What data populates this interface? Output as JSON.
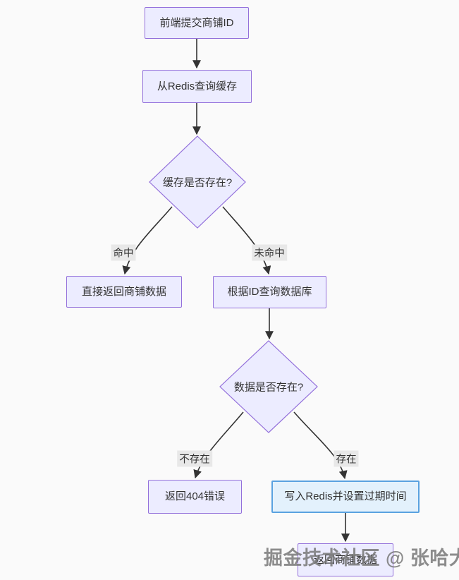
{
  "diagram": {
    "type": "flowchart",
    "direction": "top-down",
    "nodes": [
      {
        "id": "start",
        "label": "前端提交商铺ID",
        "shape": "rect"
      },
      {
        "id": "query-redis",
        "label": "从Redis查询缓存",
        "shape": "rect"
      },
      {
        "id": "cache-exists",
        "label": "缓存是否存在?",
        "shape": "diamond"
      },
      {
        "id": "return-direct",
        "label": "直接返回商铺数据",
        "shape": "rect"
      },
      {
        "id": "query-db",
        "label": "根据ID查询数据库",
        "shape": "rect"
      },
      {
        "id": "data-exists",
        "label": "数据是否存在?",
        "shape": "diamond"
      },
      {
        "id": "return-404",
        "label": "返回404错误",
        "shape": "rect"
      },
      {
        "id": "write-redis",
        "label": "写入Redis并设置过期时间",
        "shape": "rect",
        "highlight": true
      },
      {
        "id": "return-shop-data",
        "label": "返回商铺数据",
        "shape": "rect"
      }
    ],
    "edges": [
      {
        "from": "start",
        "to": "query-redis",
        "label": ""
      },
      {
        "from": "query-redis",
        "to": "cache-exists",
        "label": ""
      },
      {
        "from": "cache-exists",
        "to": "return-direct",
        "label": "命中"
      },
      {
        "from": "cache-exists",
        "to": "query-db",
        "label": "未命中"
      },
      {
        "from": "query-db",
        "to": "data-exists",
        "label": ""
      },
      {
        "from": "data-exists",
        "to": "return-404",
        "label": "不存在"
      },
      {
        "from": "data-exists",
        "to": "write-redis",
        "label": "存在"
      },
      {
        "from": "write-redis",
        "to": "return-shop-data",
        "label": ""
      }
    ],
    "colors": {
      "node_fill": "#ececff",
      "node_border": "#9370db",
      "highlight_fill": "#e3f1fc",
      "highlight_border": "#5aa2e0",
      "edge_line": "#333333",
      "edge_label_bg": "#e8e8e8",
      "text": "#333333",
      "background": "#fafafa"
    }
  },
  "watermark": {
    "text": "掘金技术社区 @ 张哈大"
  }
}
